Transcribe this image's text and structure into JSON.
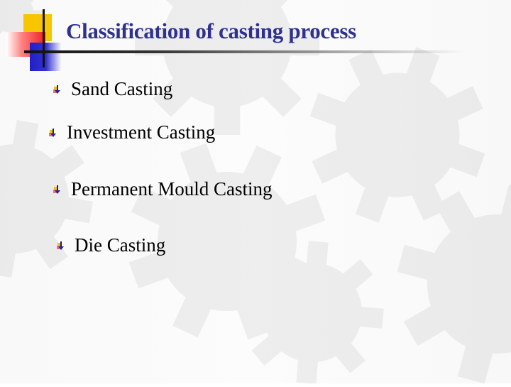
{
  "slide": {
    "title": "Classification of casting process",
    "title_color": "#2e3192",
    "bullet_icon": "arrow-down-bullet-icon",
    "items": [
      {
        "label": "Sand Casting"
      },
      {
        "label": "Investment Casting"
      },
      {
        "label": "Permanent Mould Casting"
      },
      {
        "label": "Die Casting"
      }
    ]
  }
}
